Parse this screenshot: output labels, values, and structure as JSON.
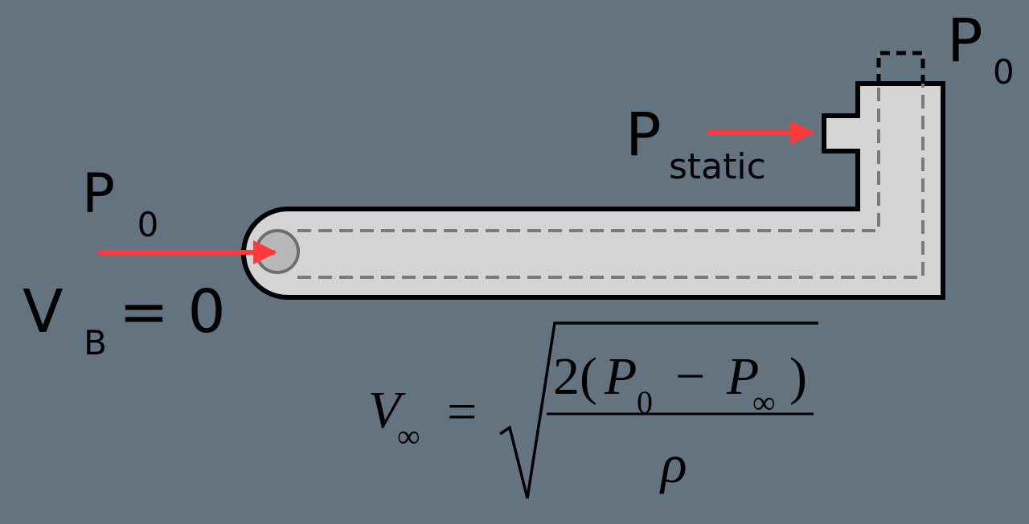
{
  "colors": {
    "background": "#637480",
    "tube_fill": "#d4d4d4",
    "tube_outline": "#000000",
    "dashed_inner": "#7a7a7a",
    "stagnation_dot": "#b8b8b8",
    "arrow": "#ff3a3a"
  },
  "labels": {
    "p0_left_main": "P",
    "p0_left_sub": "0",
    "vb_main": "V",
    "vb_sub": "B",
    "vb_rest": "= 0",
    "pstatic_main": "P",
    "pstatic_sub": "static",
    "p0_right_main": "P",
    "p0_right_sub": "0"
  },
  "formula": {
    "lhs_main": "V",
    "lhs_sub": "∞",
    "equals": "=",
    "num_prefix": "2(",
    "num_p0_main": "P",
    "num_p0_sub": "0",
    "num_minus": "−",
    "num_pinf_main": "P",
    "num_pinf_sub": "∞",
    "num_suffix": ")",
    "denominator": "ρ"
  }
}
